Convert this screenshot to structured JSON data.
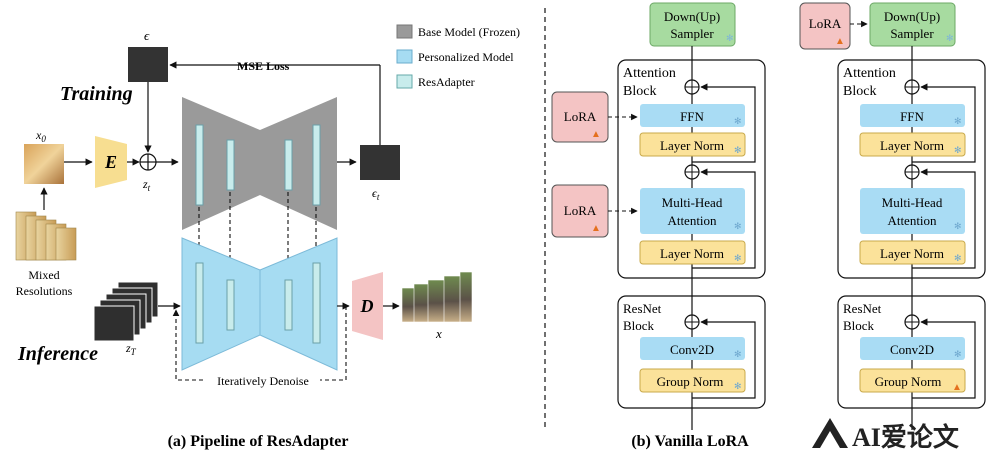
{
  "panel_a": {
    "caption": "(a) Pipeline of  ResAdapter",
    "training_label": "Training",
    "inference_label": "Inference",
    "legend": {
      "base": "Base Model (Frozen)",
      "personalized": "Personalized  Model",
      "resadapter": "ResAdapter",
      "colors": {
        "base": "#9a9a9a",
        "personalized": "#a6dcf2",
        "resadapter": "#c8ecec"
      }
    },
    "epsilon": "ϵ",
    "epsilon_t": "ϵ",
    "epsilon_t_sub": "t",
    "mse_loss": "MSE Loss",
    "x0": "x",
    "x0_sub": "0",
    "zt": "z",
    "zt_sub": "t",
    "zT": "z",
    "zT_sub": "T",
    "encoder": "E",
    "decoder": "D",
    "mixed_res_line1": "Mixed",
    "mixed_res_line2": "Resolutions",
    "iterative_denoise": "Iteratively Denoise",
    "output_x": "x",
    "plus": "⊕"
  },
  "panel_b": {
    "caption": "(b) Vanilla LoRA",
    "sampler_line1": "Down(Up)",
    "sampler_line2": "Sampler",
    "attention_line1": "Attention",
    "attention_line2": "Block",
    "ffn": "FFN",
    "layer_norm": "Layer Norm",
    "mha_line1": "Multi-Head",
    "mha_line2": "Attention",
    "lora": "LoRA",
    "resnet_line1": "ResNet",
    "resnet_line2": "Block",
    "conv2d": "Conv2D",
    "group_norm": "Group Norm",
    "colors": {
      "green": "#a7dba0",
      "blue": "#a9dcf4",
      "yellow": "#fbe29a",
      "pink": "#f4c4c4"
    }
  },
  "watermark": {
    "text": "AI爱论文"
  }
}
